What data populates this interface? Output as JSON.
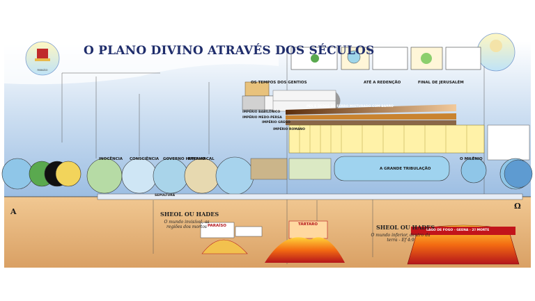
{
  "title": "O PLANO DIVINO ATRAVÉS DOS SÉCULOS",
  "labels": {
    "tempos_gentios": "OS TEMPOS DOS GENTIOS",
    "ate_arrebatamento": "ATÉ A REDENÇÃO",
    "final_jerusalem": "FINAL DE JERUSALÉM",
    "inocencia": "INOCÊNCIA",
    "consciencia": "CONSCIÊNCIA",
    "governo_humano": "GOVERNO HUMANO",
    "patriarcal": "PATRIARCAL",
    "sepultura": "SEPULTURA",
    "sheol_left": "SHEOL OU HADES",
    "sheol_left_sub": "O mundo invisível, as regiões dos mortos",
    "sheol_right": "SHEOL OU HADES",
    "sheol_right_sub": "O mundo inferior, dentro da terra - Ef 4:9",
    "paraiso": "PARAÍSO",
    "tartaro": "TÁRTARO",
    "lago_de_fogo": "LAGO DE FOGO - GEENA - 2ª MORTE",
    "alpha": "A",
    "omega": "Ω",
    "ferro_barro": "PÉS E DEDOS DE FERRO MISTURADO COM BARRO",
    "imperio_babilonico": "IMPÉRIO BABILÔNICO",
    "imperio_medo_persa": "IMPÉRIO MEDO-PERSA",
    "imperio_grego": "IMPÉRIO GREGO",
    "imperio_romano": "IMPÉRIO ROMANO",
    "grande_tribulacao": "A GRANDE TRIBULAÇÃO",
    "milenio": "O MILÊNIO"
  }
}
